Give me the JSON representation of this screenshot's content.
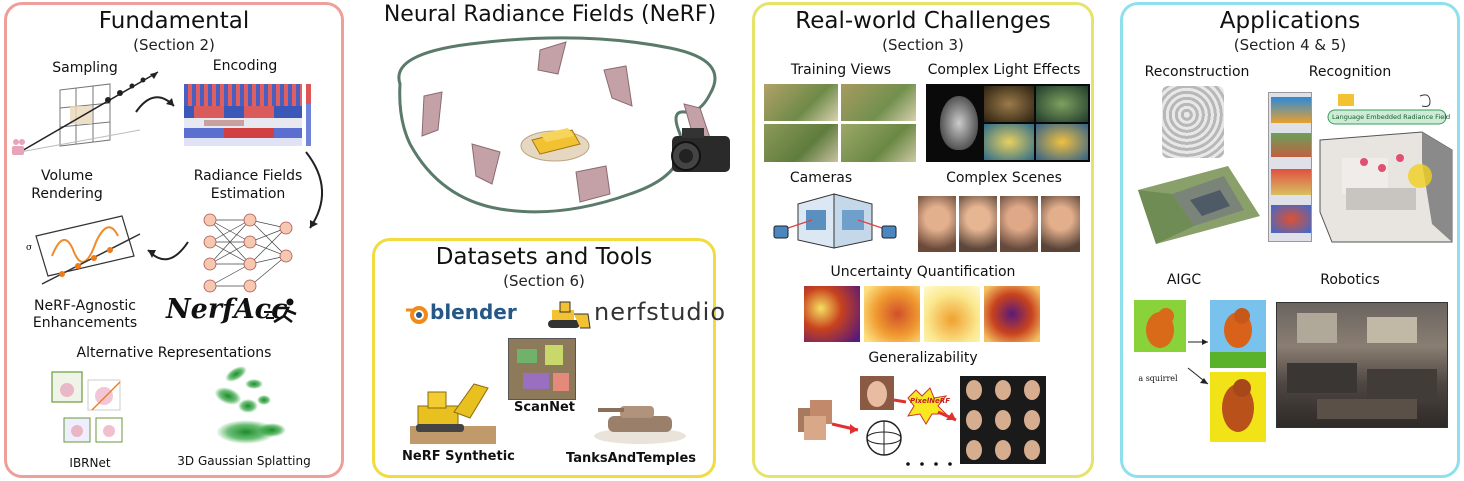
{
  "center": {
    "title": "Neural Radiance Fields (NeRF)"
  },
  "fundamental": {
    "title": "Fundamental",
    "section": "(Section 2)",
    "sampling": "Sampling",
    "encoding": "Encoding",
    "volume_rendering_1": "Volume",
    "volume_rendering_2": "Rendering",
    "radiance_1": "Radiance Fields",
    "radiance_2": "Estimation",
    "agnostic_1": "NeRF-Agnostic",
    "agnostic_2": "Enhancements",
    "nerfacc": "NerfAcc",
    "alt_reps": "Alternative Representations",
    "ibrnet": "IBRNet",
    "gaussian": "3D Gaussian Splatting"
  },
  "datasets": {
    "title": "Datasets and Tools",
    "section": "(Section 6)",
    "blender": "blender",
    "nerfstudio": "nerfstudio",
    "scannet": "ScanNet",
    "nerf_synthetic": "NeRF Synthetic",
    "tanks": "TanksAndTemples"
  },
  "challenges": {
    "title": "Real-world Challenges",
    "section": "(Section 3)",
    "training_views": "Training Views",
    "light_effects": "Complex Light Effects",
    "cameras": "Cameras",
    "complex_scenes": "Complex Scenes",
    "uncertainty": "Uncertainty Quantification",
    "generalizability": "Generalizability",
    "pixelnerf": "PixelNeRF"
  },
  "applications": {
    "title": "Applications",
    "section": "(Section 4 & 5)",
    "reconstruction": "Reconstruction",
    "recognition": "Recognition",
    "lerf_caption": "Language Embedded Radiance Field",
    "aigc": "AIGC",
    "robotics": "Robotics",
    "squirrel": "a squirrel"
  },
  "colors": {
    "fundamental_border": "#ef9f9a",
    "challenges_border": "#e5e36a",
    "applications_border": "#8fe0ee",
    "datasets_border": "#f0dc3e"
  }
}
